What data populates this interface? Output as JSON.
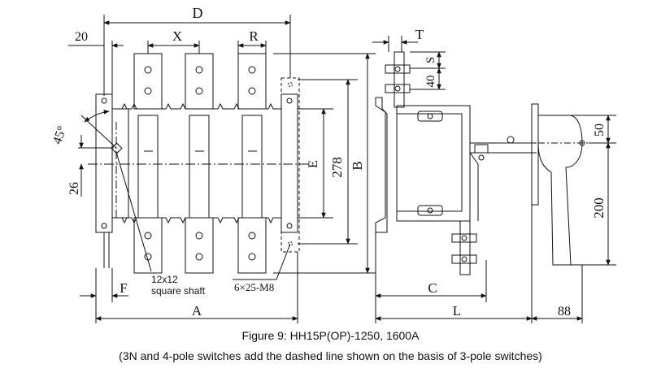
{
  "figure": {
    "title": "Figure 9: HH15P(OP)-1250, 1600A",
    "note": "(3N and 4-pole switches add the dashed line shown on the basis of 3-pole switches)"
  },
  "front_view": {
    "dim_D": "D",
    "dim_20": "20",
    "dim_X": "X",
    "dim_R": "R",
    "angle": "45°",
    "dim_26": "26",
    "dim_E": "E",
    "dim_278": "278",
    "dim_B": "B",
    "dim_F": "F",
    "dim_A": "A",
    "shaft_label_1": "12x12",
    "shaft_label_2": "square shaft",
    "holes_label": "6×25-M8"
  },
  "side_view": {
    "dim_T": "T",
    "dim_40": "40",
    "dim_S": "S",
    "dim_50": "50",
    "dim_200": "200",
    "dim_C": "C",
    "dim_L": "L",
    "dim_88": "88"
  }
}
